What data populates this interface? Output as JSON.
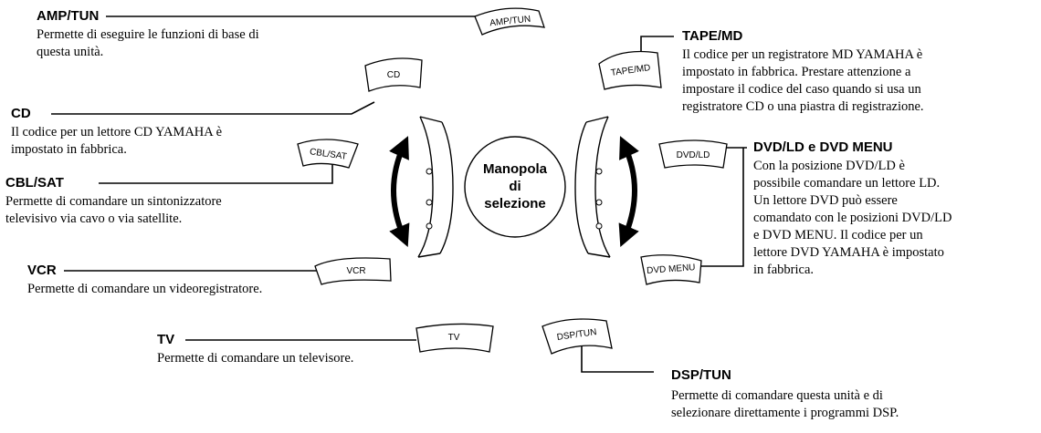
{
  "dial": {
    "line1": "Manopola",
    "line2": "di",
    "line3": "selezione"
  },
  "buttons": {
    "amp_tun": "AMP/TUN",
    "cd": "CD",
    "cbl_sat": "CBL/SAT",
    "vcr": "VCR",
    "tv": "TV",
    "tape_md": "TAPE/MD",
    "dvd_ld": "DVD/LD",
    "dvd_menu": "DVD MENU",
    "dsp_tun": "DSP/TUN"
  },
  "sections": {
    "amp_tun": {
      "title": "AMP/TUN",
      "lines": [
        "Permette di eseguire le funzioni di base di",
        "questa unità."
      ]
    },
    "cd": {
      "title": "CD",
      "lines": [
        "Il codice per un lettore CD YAMAHA è",
        "impostato in fabbrica."
      ]
    },
    "cbl_sat": {
      "title": "CBL/SAT",
      "lines": [
        "Permette di comandare un sintonizzatore",
        "televisivo via cavo o via satellite."
      ]
    },
    "vcr": {
      "title": "VCR",
      "lines": [
        "Permette di comandare un videoregistratore."
      ]
    },
    "tv": {
      "title": "TV",
      "lines": [
        "Permette di comandare un televisore."
      ]
    },
    "tape_md": {
      "title": "TAPE/MD",
      "lines": [
        "Il codice per un registratore MD YAMAHA è",
        "impostato in fabbrica. Prestare attenzione a",
        "impostare il codice del caso quando si usa un",
        "registratore CD o una piastra di registrazione."
      ]
    },
    "dvd": {
      "title": "DVD/LD e DVD MENU",
      "lines": [
        "Con la posizione DVD/LD è",
        "possibile comandare un lettore LD.",
        "Un lettore DVD può essere",
        "comandato con le posizioni DVD/LD",
        "e DVD MENU. Il codice per un",
        "lettore DVD YAMAHA è impostato",
        "in fabbrica."
      ]
    },
    "dsp_tun": {
      "title": "DSP/TUN",
      "lines": [
        "Permette di comandare questa unità e di",
        "selezionare direttamente i programmi DSP."
      ]
    }
  }
}
